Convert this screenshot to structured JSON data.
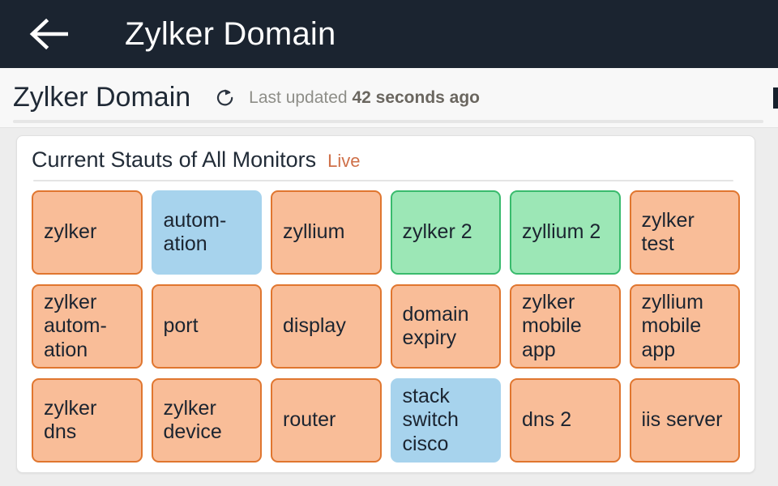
{
  "topbar": {
    "back_icon": "arrow-left-icon",
    "title": "Zylker Domain"
  },
  "subheader": {
    "title": "Zylker Domain",
    "refresh_icon": "refresh-icon",
    "updated_prefix": "Last updated",
    "updated_value": "42 seconds ago"
  },
  "card": {
    "title": "Current Stauts of All Monitors",
    "live_label": "Live",
    "colors": {
      "down_fill": "#f9bd98",
      "down_border": "#e0762f",
      "up_fill": "#9ce7b6",
      "up_border": "#39bb6d",
      "trouble_fill": "#a7d3ed",
      "live_text": "#cf7049",
      "navbar": "#1b2430"
    },
    "monitors": [
      {
        "label": "zylker",
        "status": "down"
      },
      {
        "label": "autom-\nation",
        "status": "trouble"
      },
      {
        "label": "zyllium",
        "status": "down"
      },
      {
        "label": "zylker 2",
        "status": "up"
      },
      {
        "label": "zyllium 2",
        "status": "up"
      },
      {
        "label": "zylker test",
        "status": "down"
      },
      {
        "label": "zylker autom-\nation",
        "status": "down"
      },
      {
        "label": "port",
        "status": "down"
      },
      {
        "label": "display",
        "status": "down"
      },
      {
        "label": "domain expiry",
        "status": "down"
      },
      {
        "label": "zylker mobile app",
        "status": "down"
      },
      {
        "label": "zyllium mobile app",
        "status": "down"
      },
      {
        "label": "zylker dns",
        "status": "down"
      },
      {
        "label": "zylker device",
        "status": "down"
      },
      {
        "label": "router",
        "status": "down"
      },
      {
        "label": "stack switch cisco",
        "status": "trouble"
      },
      {
        "label": "dns 2",
        "status": "down"
      },
      {
        "label": "iis server",
        "status": "down"
      }
    ]
  }
}
